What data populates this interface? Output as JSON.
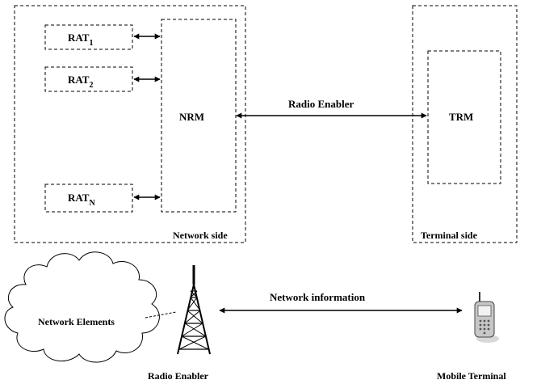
{
  "network": {
    "rats": [
      {
        "base": "RAT",
        "sub": "1"
      },
      {
        "base": "RAT",
        "sub": "2"
      },
      {
        "base": "RAT",
        "sub": "N"
      }
    ],
    "nrm_label": "NRM",
    "side_label": "Network side"
  },
  "terminal": {
    "trm_label": "TRM",
    "side_label": "Terminal side"
  },
  "link_label": "Radio Enabler",
  "bottom": {
    "cloud_label": "Network Elements",
    "tower_label": "Radio Enabler",
    "info_label": "Network information",
    "phone_label": "Mobile Terminal"
  }
}
